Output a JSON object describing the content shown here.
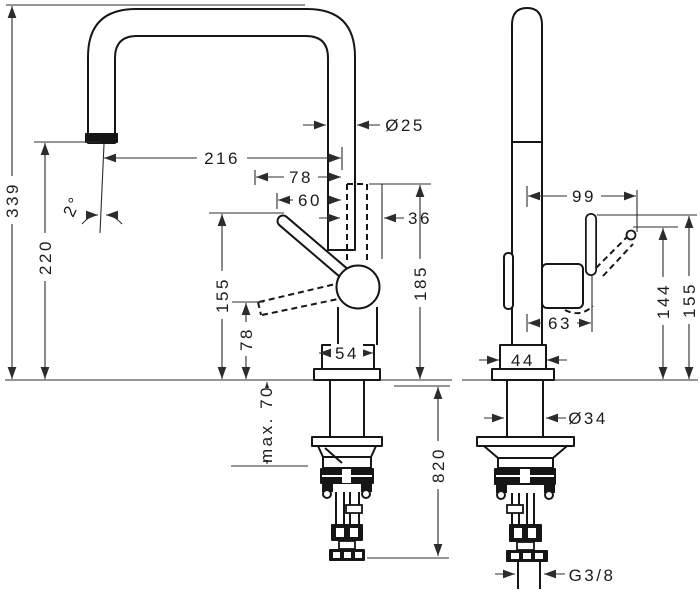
{
  "dimensions": {
    "front": {
      "spout_diameter": "Ø25",
      "spout_reach": "216",
      "reach_78": "78",
      "reach_60": "60",
      "offset_36": "36",
      "spray_angle": "2°",
      "total_height": "339",
      "spout_outlet_height": "220",
      "handle_height_155": "155",
      "handle_low_height_78": "78",
      "swivel_height_185": "185",
      "base_width": "54",
      "max_counter_thickness": "max. 70",
      "hose_length": "820"
    },
    "side": {
      "handle_reach": "99",
      "body_depth_63": "63",
      "base_depth_44": "44",
      "handle_tip_height_144": "144",
      "handle_top_height_155": "155",
      "shank_diameter": "Ø34",
      "connection_thread": "G3/8"
    }
  }
}
